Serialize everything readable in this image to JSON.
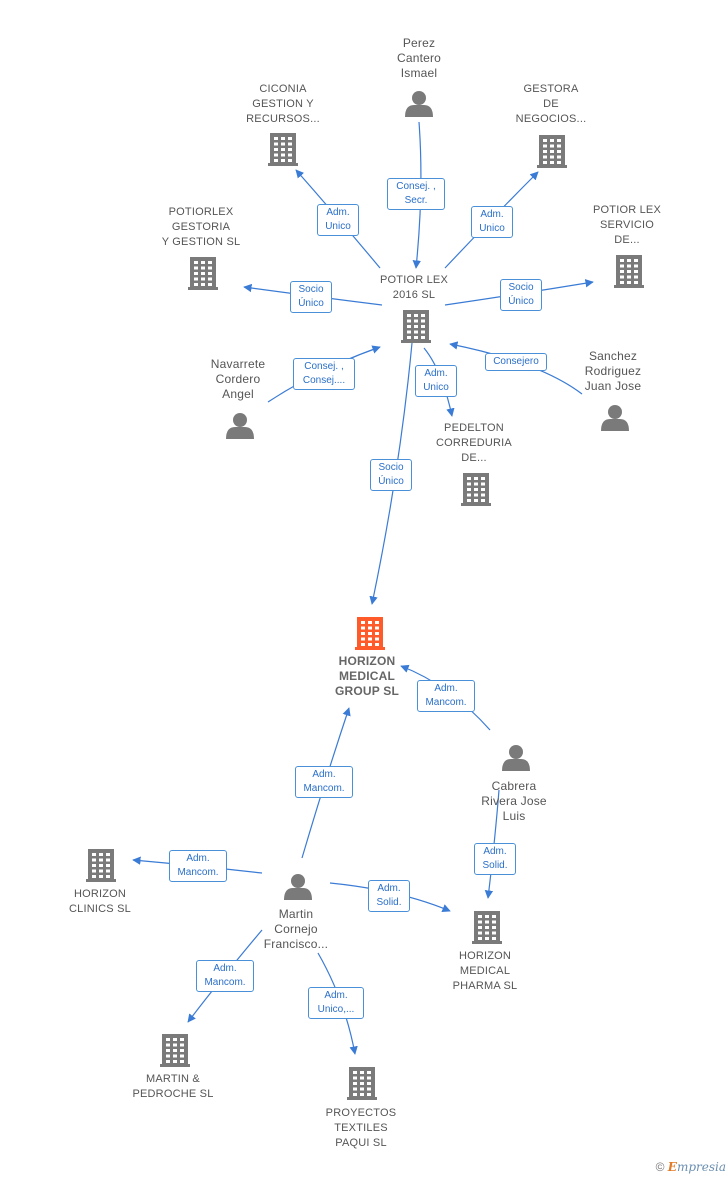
{
  "colors": {
    "edge": "#3a7bd5",
    "building": "#7a7a7a",
    "main_building": "#ff5a2a",
    "person": "#7a7a7a"
  },
  "nodes": [
    {
      "id": "perez",
      "type": "person",
      "label": "Perez\nCantero\nIsmael"
    },
    {
      "id": "ciconia",
      "type": "company",
      "label": "CICONIA\nGESTION Y\nRECURSOS..."
    },
    {
      "id": "gestora",
      "type": "company",
      "label": "GESTORA\nDE\nNEGOCIOS..."
    },
    {
      "id": "potiorlex_g",
      "type": "company",
      "label": "POTIORLEX\nGESTORIA\nY GESTION  SL"
    },
    {
      "id": "potior_serv",
      "type": "company",
      "label": "POTIOR LEX\nSERVICIO\nDE..."
    },
    {
      "id": "potior2016",
      "type": "company",
      "label": "POTIOR LEX\n2016  SL"
    },
    {
      "id": "navarrete",
      "type": "person",
      "label": "Navarrete\nCordero\nAngel"
    },
    {
      "id": "sanchez",
      "type": "person",
      "label": "Sanchez\nRodriguez\nJuan Jose"
    },
    {
      "id": "pedelton",
      "type": "company",
      "label": "PEDELTON\nCORREDURIA\nDE..."
    },
    {
      "id": "horizon_mg",
      "type": "main",
      "label": "HORIZON\nMEDICAL\nGROUP  SL"
    },
    {
      "id": "cabrera",
      "type": "person",
      "label": "Cabrera\nRivera Jose\nLuis"
    },
    {
      "id": "horizon_cl",
      "type": "company",
      "label": "HORIZON\nCLINICS  SL"
    },
    {
      "id": "martin",
      "type": "person",
      "label": "Martin\nCornejo\nFrancisco..."
    },
    {
      "id": "horizon_mp",
      "type": "company",
      "label": "HORIZON\nMEDICAL\nPHARMA  SL"
    },
    {
      "id": "martin_p",
      "type": "company",
      "label": "MARTIN &\nPEDROCHE  SL"
    },
    {
      "id": "proyectos",
      "type": "company",
      "label": "PROYECTOS\nTEXTILES\nPAQUI  SL"
    }
  ],
  "edges": [
    {
      "from": "perez",
      "to": "potior2016",
      "label": "Consej. ,\nSecr."
    },
    {
      "from": "potior2016",
      "to": "ciconia",
      "label": "Adm.\nUnico"
    },
    {
      "from": "potior2016",
      "to": "gestora",
      "label": "Adm.\nUnico"
    },
    {
      "from": "potior2016",
      "to": "potiorlex_g",
      "label": "Socio\nÚnico"
    },
    {
      "from": "potior2016",
      "to": "potior_serv",
      "label": "Socio\nÚnico"
    },
    {
      "from": "navarrete",
      "to": "potior2016",
      "label": "Consej. ,\nConsej...."
    },
    {
      "from": "sanchez",
      "to": "potior2016",
      "label": "Consejero"
    },
    {
      "from": "potior2016",
      "to": "pedelton",
      "label": "Adm.\nUnico"
    },
    {
      "from": "potior2016",
      "to": "horizon_mg",
      "label": "Socio\nÚnico"
    },
    {
      "from": "cabrera",
      "to": "horizon_mg",
      "label": "Adm.\nMancom."
    },
    {
      "from": "martin",
      "to": "horizon_mg",
      "label": "Adm.\nMancom."
    },
    {
      "from": "martin",
      "to": "horizon_cl",
      "label": "Adm.\nMancom."
    },
    {
      "from": "martin",
      "to": "horizon_mp",
      "label": "Adm.\nSolid."
    },
    {
      "from": "cabrera",
      "to": "horizon_mp",
      "label": "Adm.\nSolid."
    },
    {
      "from": "martin",
      "to": "martin_p",
      "label": "Adm.\nMancom."
    },
    {
      "from": "martin",
      "to": "proyectos",
      "label": "Adm.\nUnico,..."
    }
  ],
  "footer": {
    "copyright": "©",
    "brand_first": "E",
    "brand_rest": "mpresia"
  }
}
